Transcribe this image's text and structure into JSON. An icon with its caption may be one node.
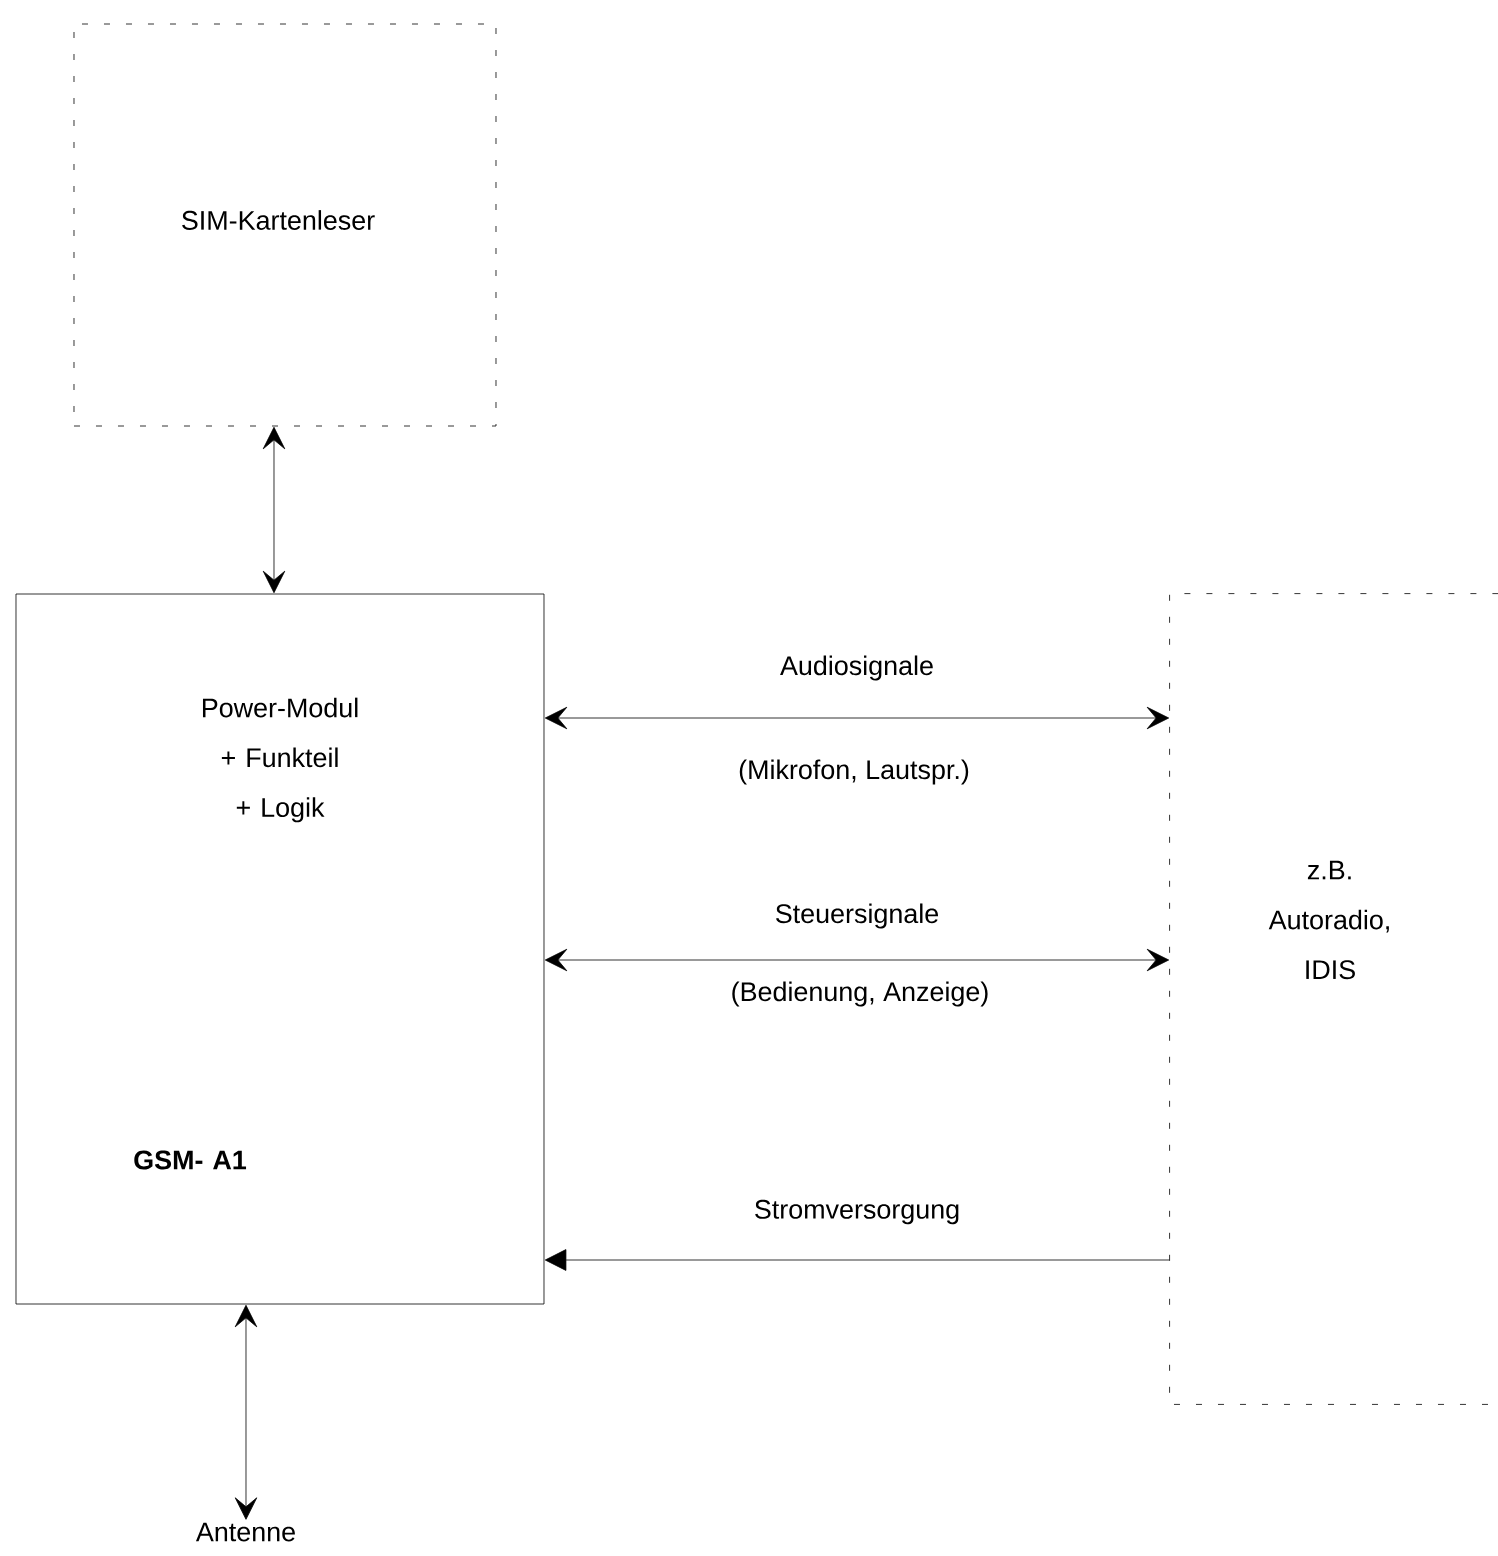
{
  "diagram": {
    "nodes": [
      {
        "text": [
          "SIM-Kartenleser"
        ]
      },
      {
        "text": [
          "Power-Modul + Funkteil + Logik",
          "GSM- A1"
        ]
      },
      {
        "text": [
          "z.B. Autoradio, IDIS"
        ]
      },
      {
        "text": [
          "Antenne"
        ]
      }
    ],
    "edges": [
      {
        "from": 0,
        "to": 1,
        "arrow": "both"
      },
      {
        "from": 1,
        "to": 2,
        "arrow": "both",
        "label": "Audiosignale"
      },
      {
        "from": 1,
        "to": 2,
        "arrow": "both",
        "label": "Steuersignale"
      },
      {
        "from": 2,
        "to": 1,
        "arrow": "to",
        "label": "Stromversorgung"
      },
      {
        "from": 1,
        "to": 3,
        "arrow": "both"
      }
    ],
    "labels": [
      "(Mikrofon, Lautspr.)",
      "(Bedienung, Anzeige)"
    ]
  }
}
